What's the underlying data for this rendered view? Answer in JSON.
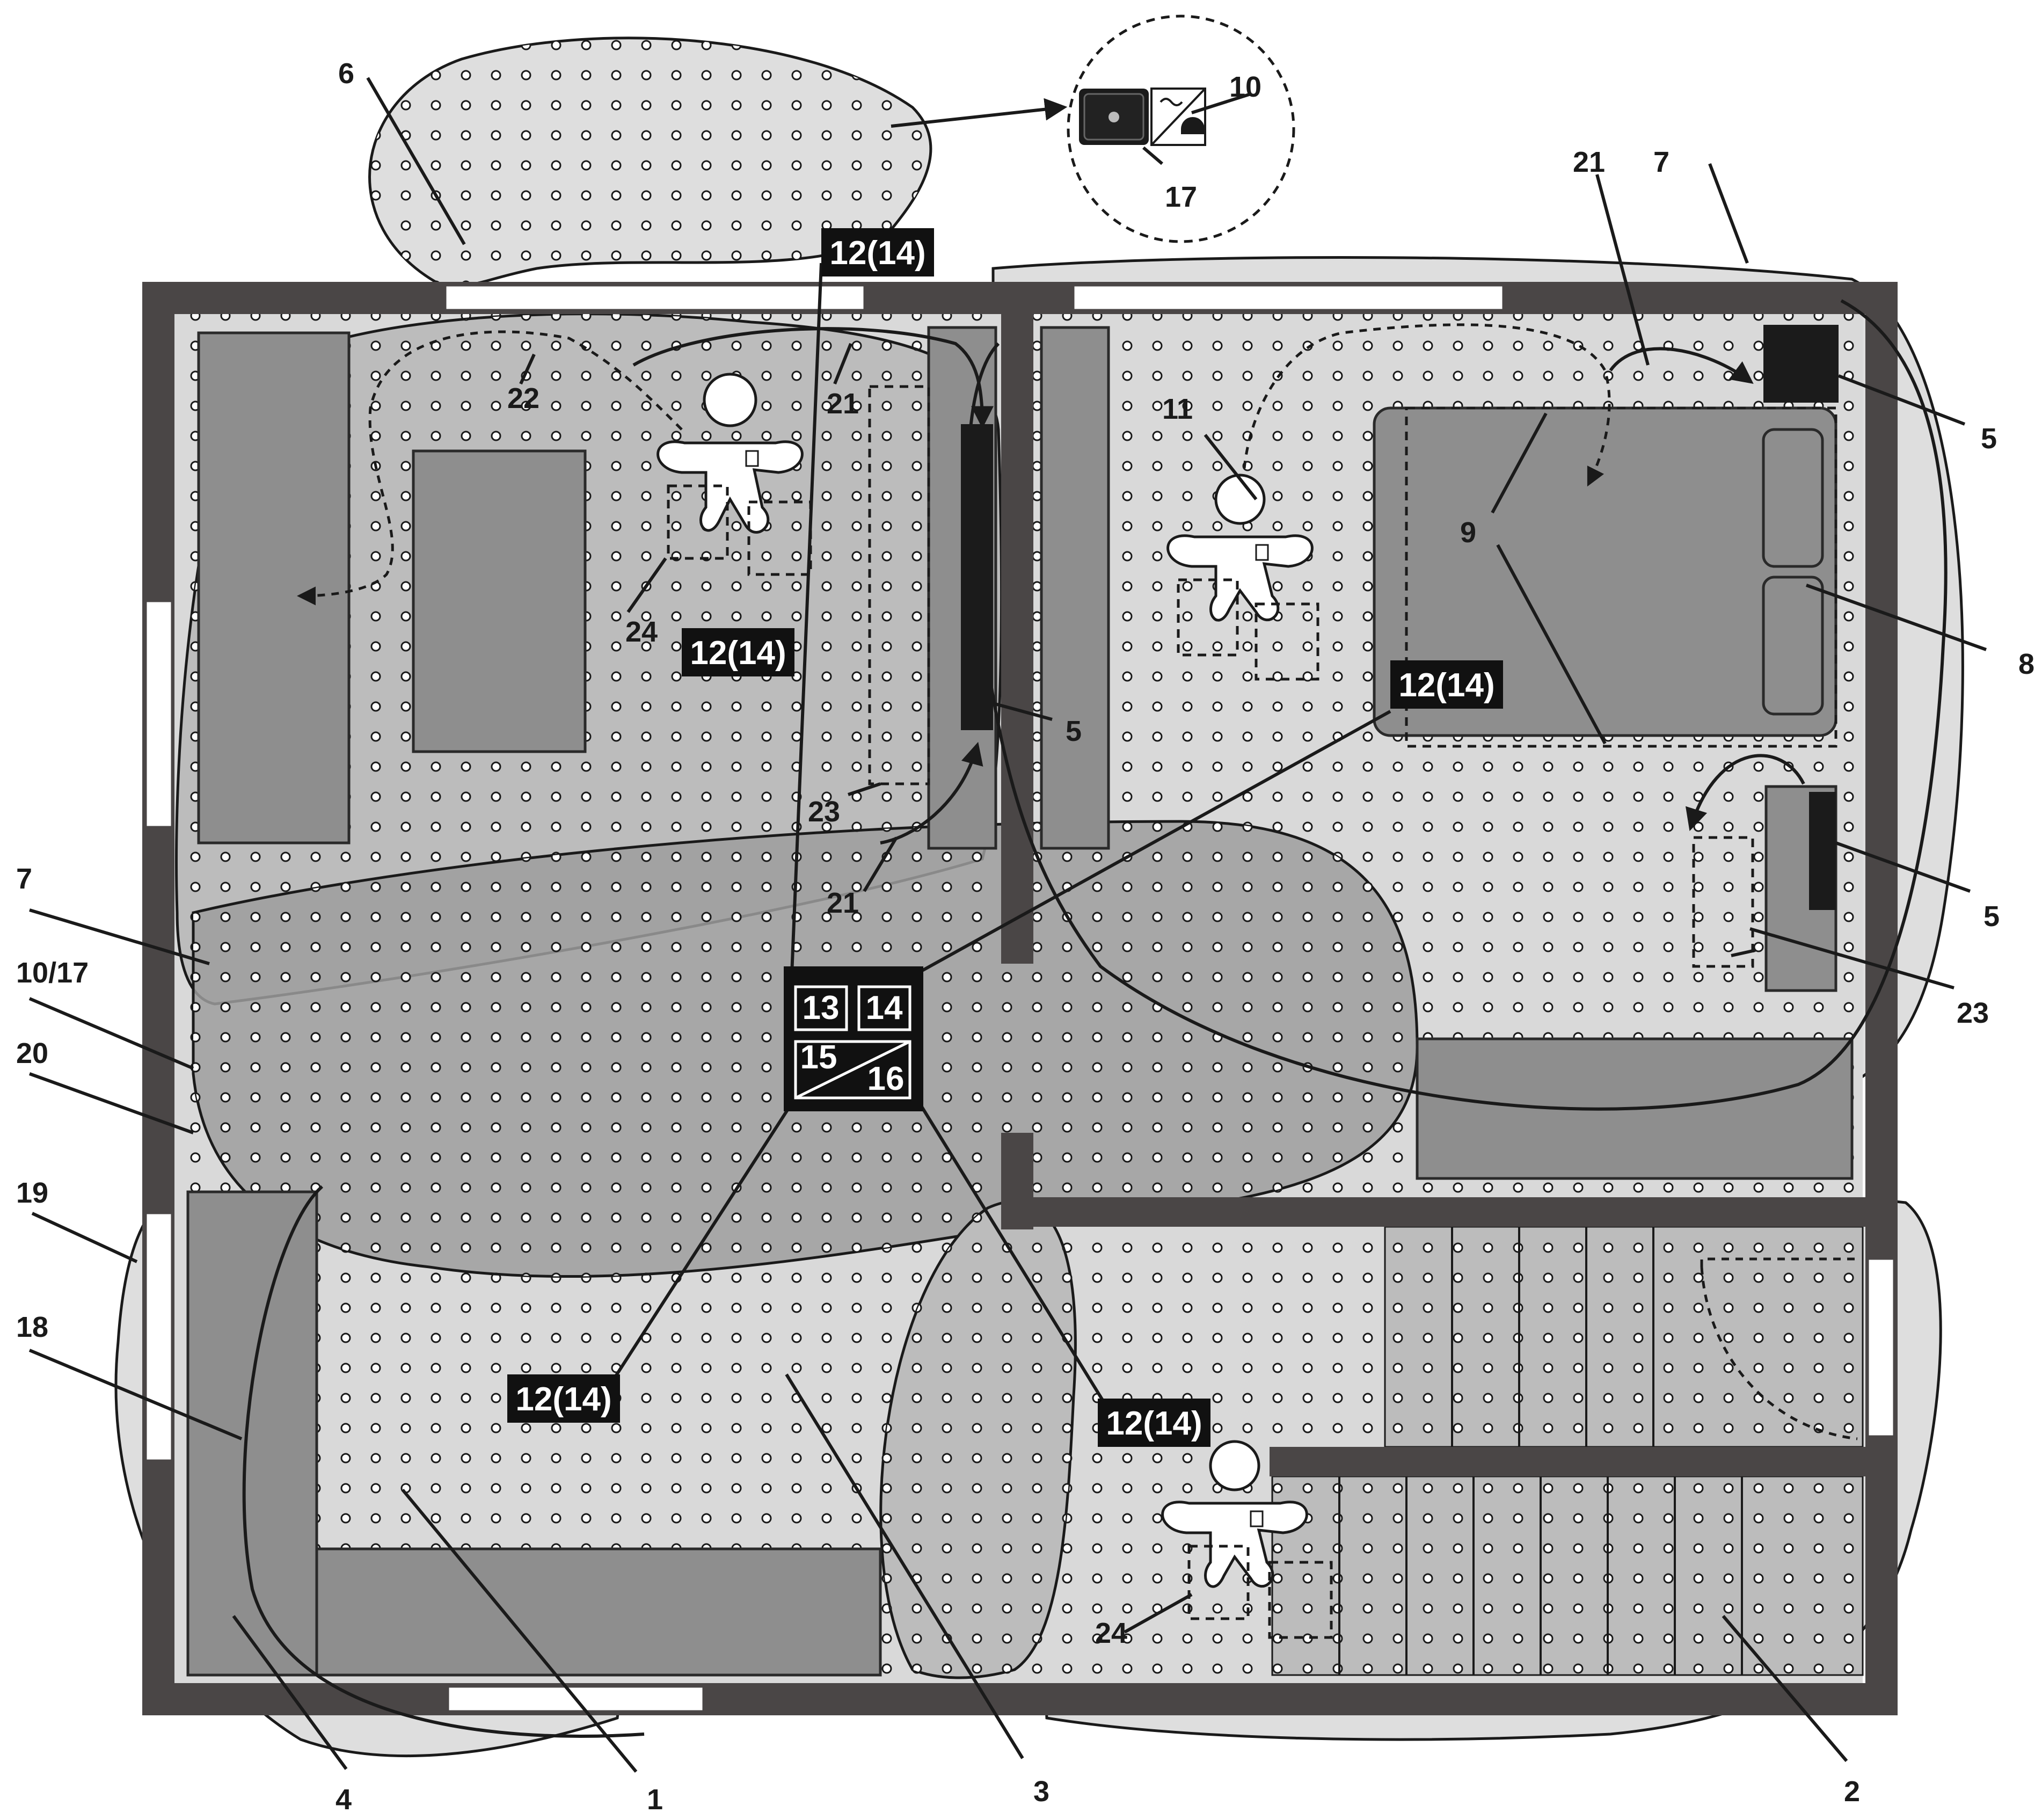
{
  "reference_numerals": {
    "n1": "1",
    "n2": "2",
    "n3": "3",
    "n4": "4",
    "n5a": "5",
    "n5b": "5",
    "n5c": "5",
    "n6": "6",
    "n7a": "7",
    "n7b": "7",
    "n8": "8",
    "n9": "9",
    "n10": "10",
    "n11": "11",
    "n10_17": "10/17",
    "n17": "17",
    "n18": "18",
    "n19": "19",
    "n20": "20",
    "n21a": "21",
    "n21b": "21",
    "n21c": "21",
    "n22": "22",
    "n23a": "23",
    "n23b": "23",
    "n24a": "24",
    "n24b": "24"
  },
  "sensor_tags": {
    "t1": "12(14)",
    "t2": "12(14)",
    "t3": "12(14)",
    "t4": "12(14)",
    "t5": "12(14)"
  },
  "hub_labels": {
    "a": "13",
    "b": "14",
    "c": "15",
    "d": "16"
  },
  "colors": {
    "wall": "#4a4646",
    "furniture": "#8e8e8e",
    "zone_light": "#dedede",
    "zone_mid": "#bcbcbc",
    "zone_dark": "#9e9e9e",
    "device": "#1b1b1b"
  }
}
